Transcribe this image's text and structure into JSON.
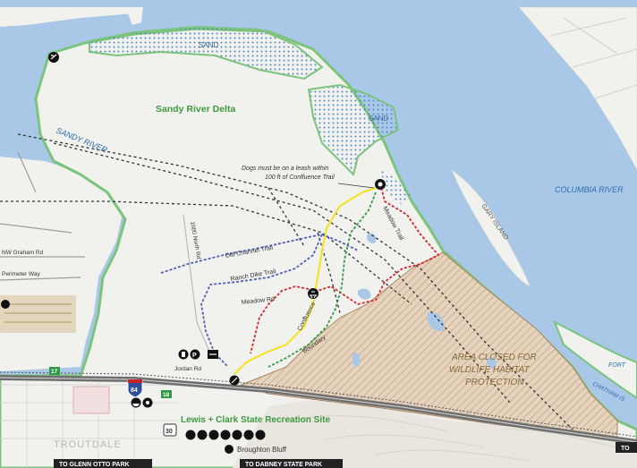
{
  "map": {
    "colors": {
      "water": "#a9c7e6",
      "land": "#f1f1ee",
      "park_outline": "#7cc47c",
      "sand_dots": "#4d88c6",
      "closed_area": "#d9bfa3",
      "trail_red": "#d2292c",
      "trail_yellow": "#f4e21c",
      "trail_green": "#2f9a43",
      "trail_blue": "#4f5fb8",
      "road": "#888888",
      "interstate": "#777777"
    },
    "labels": {
      "sandy_river_delta": "Sandy River Delta",
      "sand_1": "SAND",
      "sand_2": "SAND",
      "sandy_river": "SANDY RIVER",
      "columbia_river": "COLUMBIA RIVER",
      "gary_island": "GARY ISLAND",
      "leash_note_1": "Dogs must be on a leash within",
      "leash_note_2": "100 ft of Confluence Trail",
      "meadow_trail": "Meadow Trail",
      "old_channel_trail": "Old Channel Trail",
      "ranch_dike_trail": "Ranch Dike Trail",
      "meadow_rd": "Meadow Rd",
      "confluence_trail": "Confluence",
      "boundary_trail": "Boundary",
      "north_rd": "1000 North Rd",
      "graham_rd": "NW Graham Rd",
      "perimeter_way": "Perimeter Way",
      "jordan_rd": "Jordan Rd",
      "closed_1": "AREA CLOSED FOR",
      "closed_2": "WILDLIFE HABITAT",
      "closed_3": "PROTECTION",
      "lewis_clark": "Lewis + Clark State Recreation Site",
      "broughton": "Broughton Bluff",
      "troutdale": "TROUTDALE",
      "glenn_otto": "TO GLENN OTTO PARK",
      "dabney": "TO DABNEY STATE PARK",
      "to_right": "TO",
      "fort": "FORT",
      "chatham": "CHATHAM IS",
      "i84": "84",
      "exit17": "17",
      "exit18": "18",
      "route30": "30"
    },
    "icons": [
      "trailhead-icon",
      "viewpoint-icon",
      "picnic-icon",
      "restroom-icon",
      "parking-icon",
      "boat-launch-icon",
      "hiking-icon"
    ]
  }
}
